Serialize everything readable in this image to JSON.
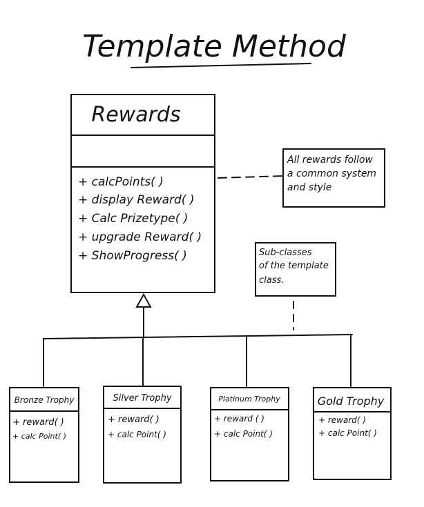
{
  "title": "Template Method",
  "base_class": {
    "name": "Rewards",
    "methods": [
      "+ calcPoints( )",
      "+ display Reward( )",
      "+ Calc Prizetype( )",
      "+ upgrade Reward( )",
      "+ ShowProgress( )"
    ]
  },
  "notes": {
    "base_note": "All rewards follow a common system and style",
    "subclass_note": "Sub-classes of the template class."
  },
  "subclasses": [
    {
      "name": "Bronze Trophy",
      "methods": [
        "+ reward( )",
        "+ calc Point( )"
      ]
    },
    {
      "name": "Silver Trophy",
      "methods": [
        "+ reward( )",
        "+ calc Point( )"
      ]
    },
    {
      "name": "Platinum Trophy",
      "methods": [
        "+ reward ( )",
        "+ calc Point( )"
      ]
    },
    {
      "name": "Gold Trophy",
      "methods": [
        "+ reward( )",
        "+ calc Point( )"
      ]
    }
  ]
}
